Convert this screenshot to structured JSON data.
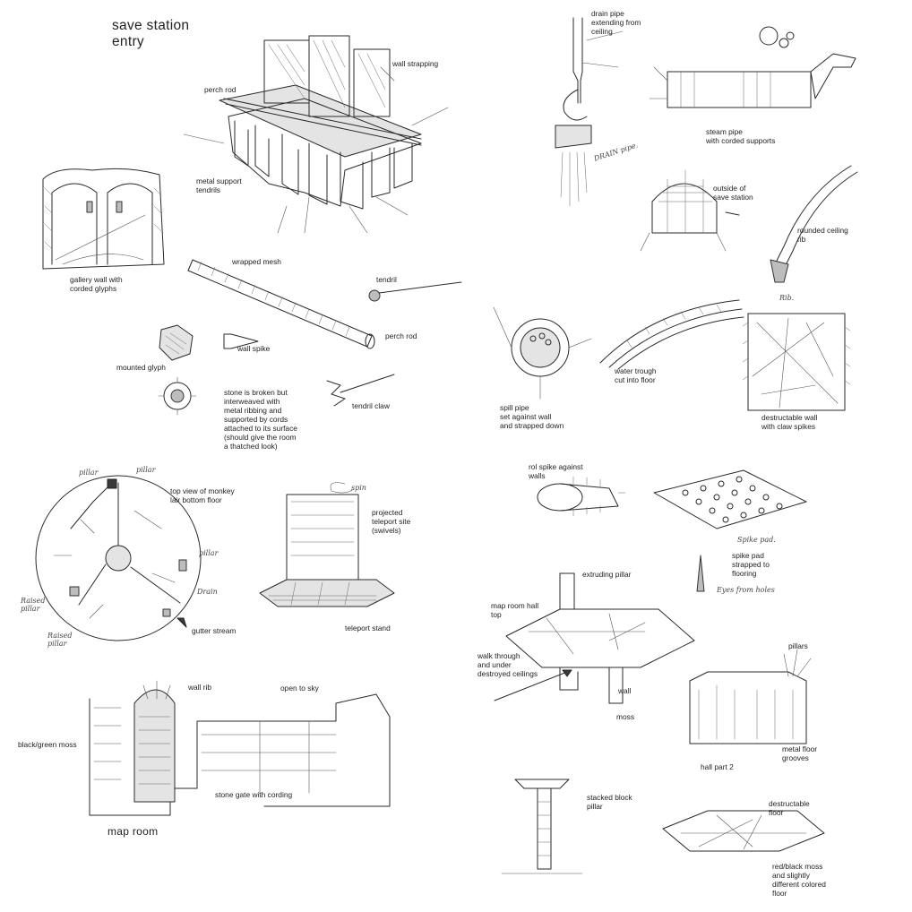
{
  "titles": {
    "save_station": "save station\nentry",
    "map_room": "map room"
  },
  "labels": {
    "wall_strapping": "wall strapping",
    "perch_rod_top": "perch rod",
    "metal_support_tendrils": "metal support\ntendrils",
    "gallery_wall": "gallery wall with\ncorded glyphs",
    "wrapped_mesh": "wrapped mesh",
    "tendril": "tendril",
    "perch_rod": "perch rod",
    "mounted_glyph": "mounted glyph",
    "wall_spike": "wall spike",
    "stone_broken": "stone is broken but\ninterweaved with\nmetal ribbing and\nsupported by cords\nattached to its surface\n(should give the room\na thatched look)",
    "tendril_claw": "tendril claw",
    "drain_pipe": "drain pipe\nextending from\nceiling",
    "steam_pipe": "steam pipe\nwith corded supports",
    "outside_save": "outside of\nsave station",
    "rounded_rib": "rounded ceiling\nrib",
    "spill_pipe": "spill pipe\nset against wall\nand strapped down",
    "water_trough": "water trough\ncut into floor",
    "destructable_wall": "destructable wall\nwith claw spikes",
    "top_view": "top view of monkey\nlair bottom floor",
    "gutter_stream": "gutter stream",
    "projected_teleport": "projected\nteleport site\n(swivels)",
    "teleport_stand": "teleport stand",
    "rol_spike": "rol spike against\nwalls",
    "spike_pad": "spike pad\nstrapped to\nflooring",
    "extruding_pillar": "extruding pillar",
    "map_room_hall": "map room hall\ntop",
    "walk_through": "walk through\nand under\ndestroyed ceilings",
    "wall": "wall",
    "moss": "moss",
    "pillars": "pillars",
    "metal_floor": "metal floor\ngrooves",
    "hall_part2": "hall part 2",
    "wall_rib": "wall rib",
    "open_to_sky": "open to sky",
    "black_green_moss": "black/green moss",
    "stone_gate": "stone gate with cording",
    "stacked_pillar": "stacked block\npillar",
    "destructable_floor": "destructable\nfloor",
    "red_black_moss": "red/black moss\nand slightly\ndifferent colored\nfloor"
  },
  "handwritten": {
    "drain_pipe": "DRAIN pipe.",
    "rib": "Rib.",
    "pillar_1": "pillar",
    "pillar_2": "pillar",
    "pillar_3": "pillar",
    "drain": "Drain",
    "raised_pillar_1": "Raised\npillar",
    "raised_pillar_2": "Raised\npillar",
    "spike_pad": "Spike pad.",
    "spike_note": "Eyes from holes",
    "spin": "spin"
  }
}
